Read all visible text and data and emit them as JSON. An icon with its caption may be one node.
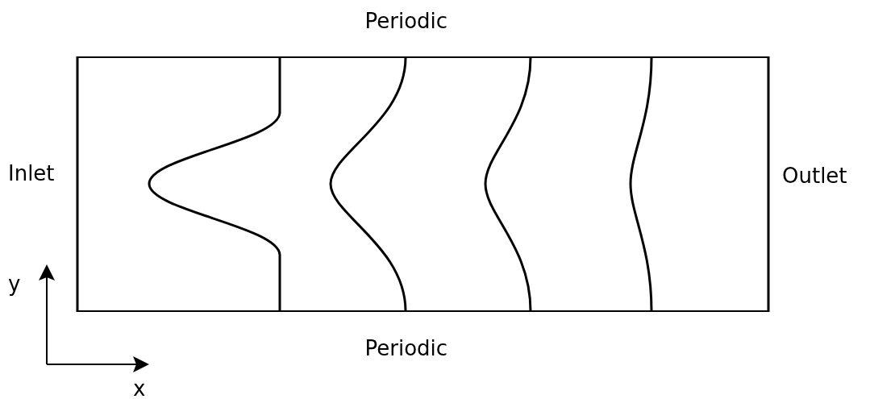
{
  "diagram": {
    "labels": [
      "Periodic",
      "Inlet",
      "Outlet",
      "y",
      "Periodic",
      "x"
    ]
  }
}
